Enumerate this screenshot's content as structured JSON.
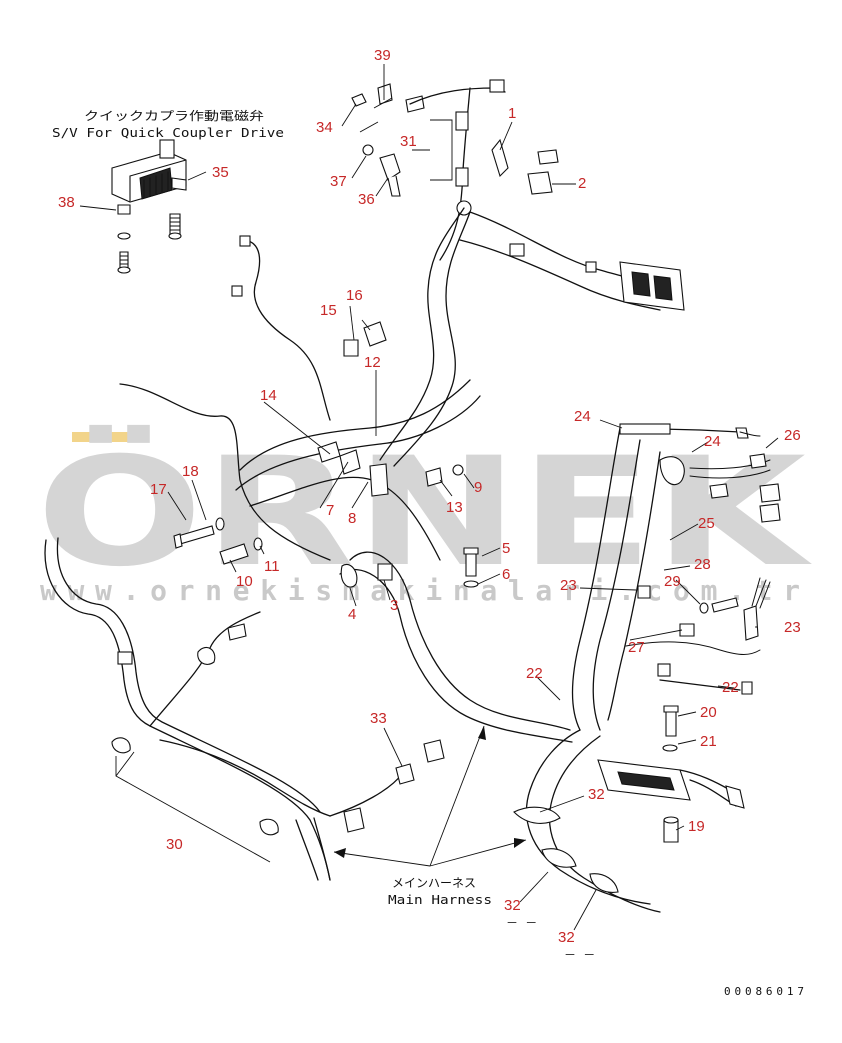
{
  "colors": {
    "callout": "#c62828",
    "line": "#111111",
    "watermark": "#d5d5d5",
    "watermark_accent": "#f2d48a"
  },
  "watermark": {
    "brand": "ÖRNEK",
    "url": "www.ornekismakinalari.com.tr"
  },
  "captions": {
    "quick_coupler_jp": "クイックカプラ作動電磁弁",
    "quick_coupler_en": "S/V For Quick Coupler Drive",
    "main_harness_jp": "メインハーネス",
    "main_harness_en": "Main Harness",
    "dash_a": "－ －",
    "dash_b": "－ －"
  },
  "document_number": "00086017",
  "callouts": [
    "39",
    "34",
    "37",
    "36",
    "31",
    "1",
    "2",
    "35",
    "38",
    "16",
    "15",
    "12",
    "14",
    "24",
    "24",
    "26",
    "18",
    "17",
    "7",
    "8",
    "13",
    "9",
    "11",
    "10",
    "25",
    "5",
    "6",
    "23",
    "28",
    "29",
    "3",
    "4",
    "27",
    "23",
    "22",
    "22",
    "20",
    "21",
    "33",
    "32",
    "19",
    "30",
    "32",
    "32"
  ]
}
